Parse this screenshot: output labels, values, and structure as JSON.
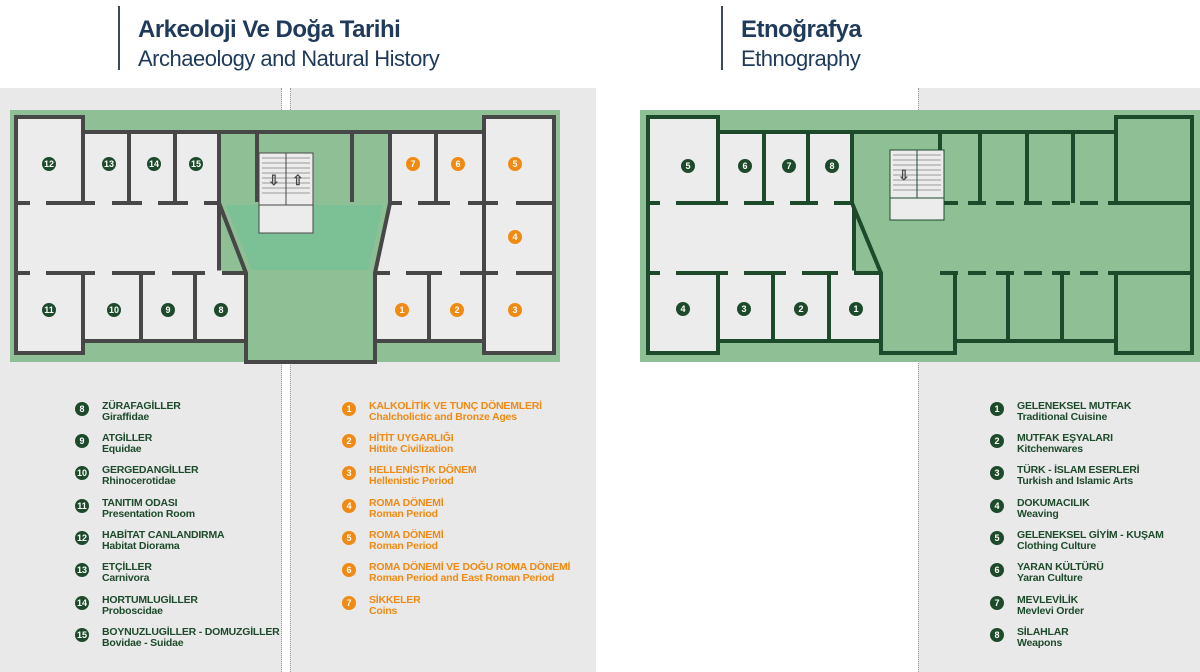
{
  "sections": {
    "archaeology": {
      "title_tr": "Arkeoloji Ve Doğa Tarihi",
      "title_en": "Archaeology and Natural History"
    },
    "ethnography": {
      "title_tr": "Etnoğrafya",
      "title_en": "Ethnography"
    }
  },
  "colors": {
    "dark_green": "#1e4a2c",
    "light_green": "#8fbf94",
    "orange": "#f08a12",
    "navy": "#1f3a5a",
    "room_fill": "#ececec"
  },
  "plan_left_badges": [
    "12",
    "13",
    "14",
    "15",
    "7",
    "6",
    "5",
    "4",
    "11",
    "10",
    "9",
    "8",
    "1",
    "2",
    "3"
  ],
  "plan_right_badges": [
    "5",
    "6",
    "7",
    "8",
    "4",
    "3",
    "2",
    "1"
  ],
  "legend_natural_history": [
    {
      "num": "8",
      "tr": "ZÜRAFAGİLLER",
      "en": "Giraffidae"
    },
    {
      "num": "9",
      "tr": "ATGİLLER",
      "en": "Equidae"
    },
    {
      "num": "10",
      "tr": "GERGEDANGİLLER",
      "en": "Rhinocerotidae"
    },
    {
      "num": "11",
      "tr": "TANITIM ODASI",
      "en": "Presentation Room"
    },
    {
      "num": "12",
      "tr": "HABİTAT CANLANDIRMA",
      "en": "Habitat Diorama"
    },
    {
      "num": "13",
      "tr": "ETÇİLLER",
      "en": "Carnivora"
    },
    {
      "num": "14",
      "tr": "HORTUMLUGİLLER",
      "en": "Proboscidae"
    },
    {
      "num": "15",
      "tr": "BOYNUZLUGİLLER - DOMUZGİLLER",
      "en": "Bovidae - Suidae"
    }
  ],
  "legend_archaeology": [
    {
      "num": "1",
      "tr": "KALKOLİTİK VE TUNÇ DÖNEMLERİ",
      "en": "Chalcholictic and Bronze Ages"
    },
    {
      "num": "2",
      "tr": "HİTİT UYGARLIĞI",
      "en": "Hittite Civilization"
    },
    {
      "num": "3",
      "tr": "HELLENİSTİK DÖNEM",
      "en": "Hellenistic Period"
    },
    {
      "num": "4",
      "tr": "ROMA DÖNEMİ",
      "en": "Roman Period"
    },
    {
      "num": "5",
      "tr": "ROMA DÖNEMİ",
      "en": "Roman Period"
    },
    {
      "num": "6",
      "tr": "ROMA DÖNEMİ VE DOĞU ROMA DÖNEMİ",
      "en": "Roman Period and East Roman Period"
    },
    {
      "num": "7",
      "tr": "SİKKELER",
      "en": "Coins"
    }
  ],
  "legend_ethnography": [
    {
      "num": "1",
      "tr": "GELENEKSEL MUTFAK",
      "en": "Traditional Cuisine"
    },
    {
      "num": "2",
      "tr": "MUTFAK EŞYALARI",
      "en": "Kitchenwares"
    },
    {
      "num": "3",
      "tr": "TÜRK - İSLAM ESERLERİ",
      "en": "Turkish and Islamic Arts"
    },
    {
      "num": "4",
      "tr": "DOKUMACILIK",
      "en": "Weaving"
    },
    {
      "num": "5",
      "tr": "GELENEKSEL GİYİM - KUŞAM",
      "en": "Clothing Culture"
    },
    {
      "num": "6",
      "tr": "YARAN KÜLTÜRÜ",
      "en": "Yaran Culture"
    },
    {
      "num": "7",
      "tr": "MEVLEVİLİK",
      "en": "Mevlevi Order"
    },
    {
      "num": "8",
      "tr": "SİLAHLAR",
      "en": "Weapons"
    }
  ]
}
